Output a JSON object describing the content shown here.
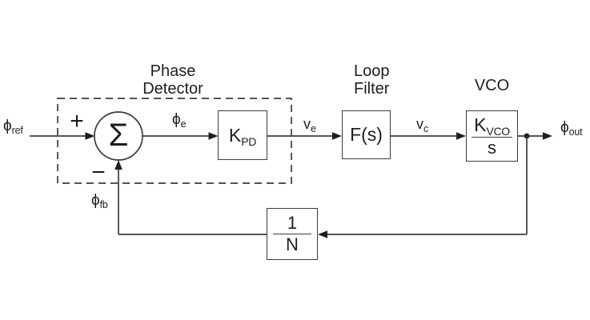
{
  "colors": {
    "background": "#ffffff",
    "line": "#3c3c3c",
    "text": "#1e1e1e"
  },
  "titles": {
    "phase_detector": {
      "line1": "Phase",
      "line2": "Detector"
    },
    "loop_filter": {
      "line1": "Loop",
      "line2": "Filter"
    },
    "vco": "VCO"
  },
  "summer": {
    "symbol": "Σ",
    "plus": "+",
    "minus": "−"
  },
  "signals": {
    "input": {
      "base": "ϕ",
      "sub": "ref"
    },
    "error": {
      "base": "ϕ",
      "sub": "e"
    },
    "filter_in": {
      "base": "v",
      "sub": "e"
    },
    "filter_out": {
      "base": "v",
      "sub": "c"
    },
    "output": {
      "base": "ϕ",
      "sub": "out"
    },
    "feedback": {
      "base": "ϕ",
      "sub": "fb"
    }
  },
  "blocks": {
    "phase_detector_gain": {
      "base": "K",
      "sub": "PD"
    },
    "loop_filter": {
      "label": "F(s)"
    },
    "vco": {
      "num_base": "K",
      "num_sub": "VCO",
      "den": "s"
    },
    "feedback_divider": {
      "num": "1",
      "den": "N"
    }
  }
}
